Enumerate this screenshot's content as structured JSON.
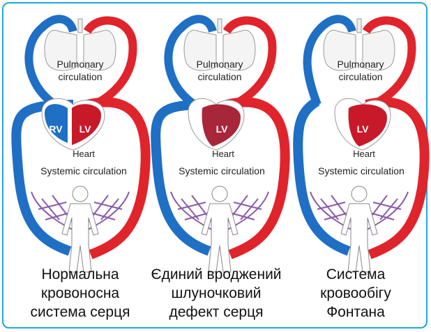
{
  "panels": [
    {
      "pulmonary": "Pulmonary",
      "circulation": "circulation",
      "rv": "RV",
      "lv": "LV",
      "heart": "Heart",
      "systemic": "Systemic circulation",
      "caption": [
        "Нормальна",
        "кровоносна",
        "система серця"
      ]
    },
    {
      "pulmonary": "Pulmonary",
      "circulation": "circulation",
      "lv": "LV",
      "heart": "Heart",
      "systemic": "Systemic circulation",
      "caption": [
        "Єдиний вроджений",
        "шлуночковий",
        "дефект серця"
      ]
    },
    {
      "pulmonary": "Pulmonary",
      "circulation": "circulation",
      "lv": "LV",
      "heart": "Heart",
      "systemic": "Systemic circulation",
      "caption": [
        "Система",
        "кровообігу",
        "Фонтана"
      ]
    }
  ],
  "colors": {
    "oxygenated": "#e0242c",
    "deoxygenated": "#1f6fc4",
    "border": "#1fa6df"
  }
}
